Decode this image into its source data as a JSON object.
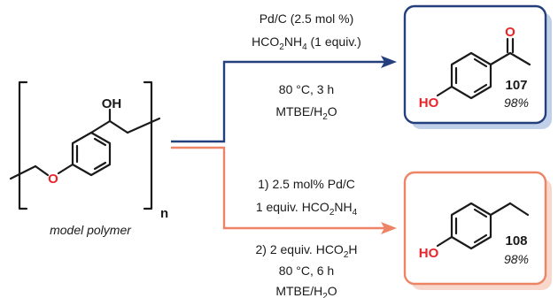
{
  "polymer": {
    "oh_label": "OH",
    "o_label": "O",
    "repeat_label": "n",
    "caption": "model polymer"
  },
  "reaction_top": {
    "line1": "Pd/C (2.5 mol %)",
    "line2_pre": "HCO",
    "line2_sub": "2",
    "line2_mid": "NH",
    "line2_sub2": "4",
    "line2_post": " (1 equiv.)",
    "line3": "80 °C, 3 h",
    "line4_pre": "MTBE/H",
    "line4_sub": "2",
    "line4_post": "O"
  },
  "reaction_bottom": {
    "line1": "1) 2.5 mol% Pd/C",
    "line2_pre": "1 equiv. HCO",
    "line2_sub": "2",
    "line2_mid": "NH",
    "line2_sub2": "4",
    "line3_pre": "2) 2 equiv. HCO",
    "line3_sub": "2",
    "line3_post": "H",
    "line4": "80 °C, 6 h",
    "line5_pre": "MTBE/H",
    "line5_sub": "2",
    "line5_post": "O"
  },
  "product_top": {
    "o_label": "O",
    "ho_label": "HO",
    "number": "107",
    "yield": "98%"
  },
  "product_bottom": {
    "ho_label": "HO",
    "number": "108",
    "yield": "98%"
  },
  "colors": {
    "top_path": "#233f7e",
    "bottom_path": "#ee8466",
    "heteroatom": "#e8232a",
    "top_shadow": "#bfd0e8",
    "bottom_shadow": "#f8d8cc"
  }
}
